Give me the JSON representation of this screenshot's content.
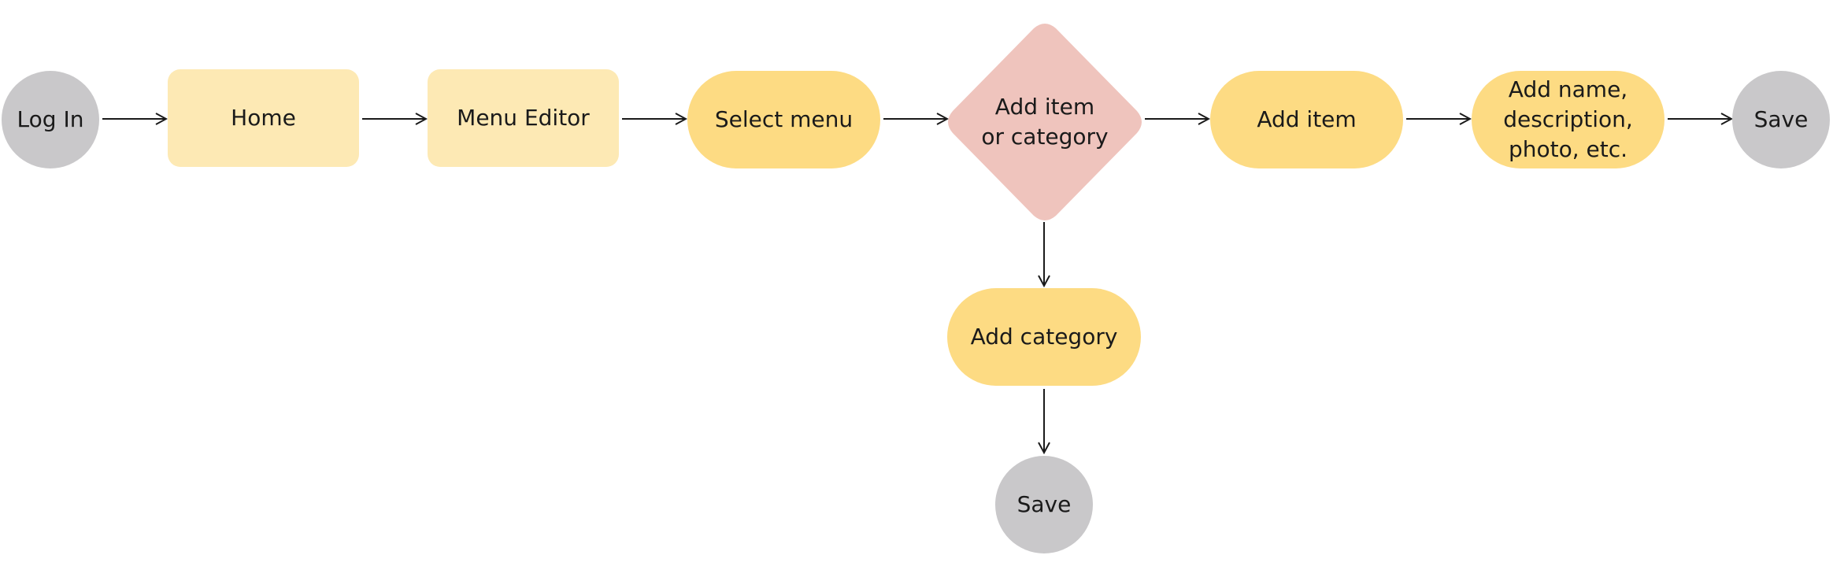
{
  "flow": {
    "nodes": {
      "login": {
        "label": "Log In",
        "shape": "circle"
      },
      "home": {
        "label": "Home",
        "shape": "rounded-rectangle"
      },
      "menu_editor": {
        "label": "Menu Editor",
        "shape": "rounded-rectangle"
      },
      "select_menu": {
        "label": "Select menu",
        "shape": "pill"
      },
      "decision": {
        "label": "Add item\nor category",
        "shape": "diamond"
      },
      "add_item": {
        "label": "Add item",
        "shape": "pill"
      },
      "add_details": {
        "label": "Add name,\ndescription,\nphoto, etc.",
        "shape": "pill"
      },
      "save_right": {
        "label": "Save",
        "shape": "circle"
      },
      "add_category": {
        "label": "Add category",
        "shape": "pill"
      },
      "save_bottom": {
        "label": "Save",
        "shape": "circle"
      }
    },
    "edges": [
      [
        "login",
        "home"
      ],
      [
        "home",
        "menu_editor"
      ],
      [
        "menu_editor",
        "select_menu"
      ],
      [
        "select_menu",
        "decision"
      ],
      [
        "decision",
        "add_item"
      ],
      [
        "add_item",
        "add_details"
      ],
      [
        "add_details",
        "save_right"
      ],
      [
        "decision",
        "add_category"
      ],
      [
        "add_category",
        "save_bottom"
      ]
    ]
  },
  "colors": {
    "terminal": "#c9c8ca",
    "screen": "#fde9b4",
    "action": "#fddb83",
    "decision": "#efc4bd",
    "arrow": "#1a1a1a"
  }
}
